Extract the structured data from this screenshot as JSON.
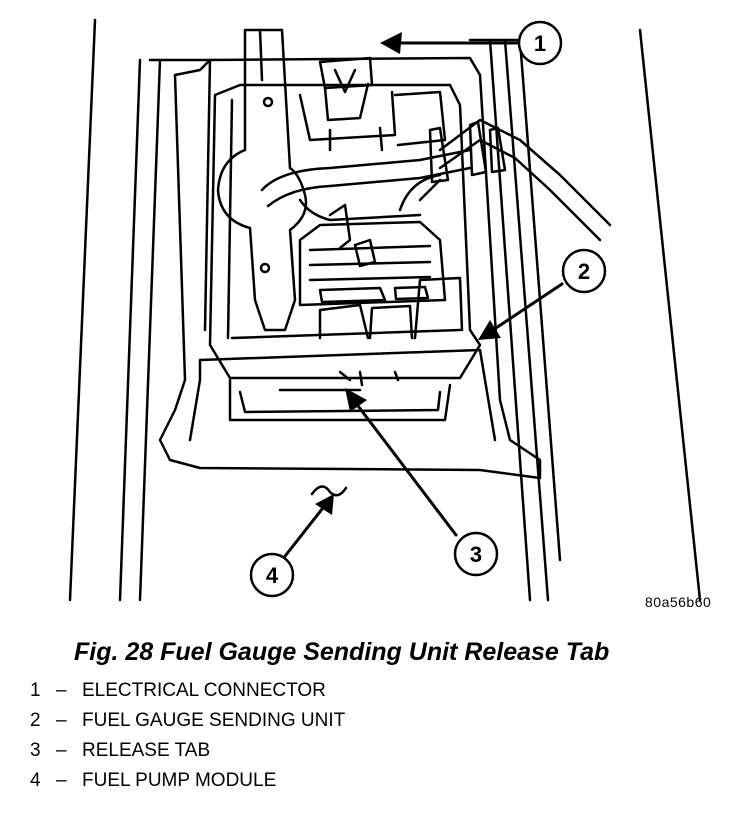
{
  "figure": {
    "reference_code": "80a56b60",
    "caption": "Fig. 28 Fuel Gauge Sending Unit Release Tab",
    "callouts": [
      {
        "number": "1"
      },
      {
        "number": "2"
      },
      {
        "number": "3"
      },
      {
        "number": "4"
      }
    ],
    "legend": [
      {
        "number": "1",
        "separator": "–",
        "label": "ELECTRICAL CONNECTOR"
      },
      {
        "number": "2",
        "separator": "–",
        "label": "FUEL GAUGE SENDING UNIT"
      },
      {
        "number": "3",
        "separator": "–",
        "label": "RELEASE TAB"
      },
      {
        "number": "4",
        "separator": "–",
        "label": "FUEL PUMP MODULE"
      }
    ]
  }
}
